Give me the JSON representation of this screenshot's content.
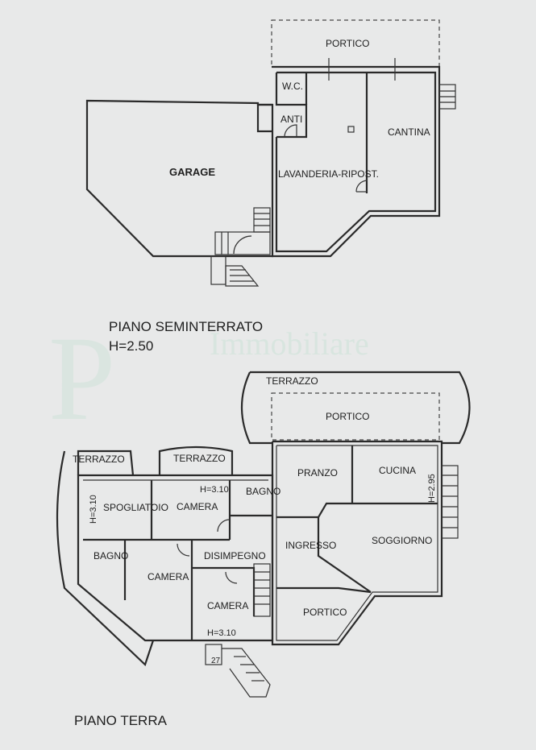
{
  "upper_floor": {
    "title": "PIANO SEMINTERRATO",
    "height": "H=2.50",
    "rooms": {
      "portico": "PORTICO",
      "wc": "W.C.",
      "anti": "ANTI",
      "garage": "GARAGE",
      "lavanderia": "LAVANDERIA-RIPOST.",
      "cantina": "CANTINA"
    }
  },
  "ground_floor": {
    "title": "PIANO TERRA",
    "rooms": {
      "terrazzo_top": "TERRAZZO",
      "portico_top": "PORTICO",
      "terrazzo_left": "TERRAZZO",
      "terrazzo_mid": "TERRAZZO",
      "pranzo": "PRANZO",
      "cucina": "CUCINA",
      "spogliatoio": "SPOGLIATOIO",
      "camera_1": "CAMERA",
      "bagno_1": "BAGNO",
      "bagno_2": "BAGNO",
      "camera_2": "CAMERA",
      "disimpegno": "DISIMPEGNO",
      "ingresso": "INGRESSO",
      "soggiorno": "SOGGIORNO",
      "camera_3": "CAMERA",
      "portico_bottom": "PORTICO"
    },
    "heights": {
      "camera_1": "H=3.10",
      "spogliatoio": "H=3.10",
      "cucina": "H=2.95",
      "camera_3": "H=3.10"
    },
    "step_number": "27"
  },
  "watermark": "P Immobiliare"
}
